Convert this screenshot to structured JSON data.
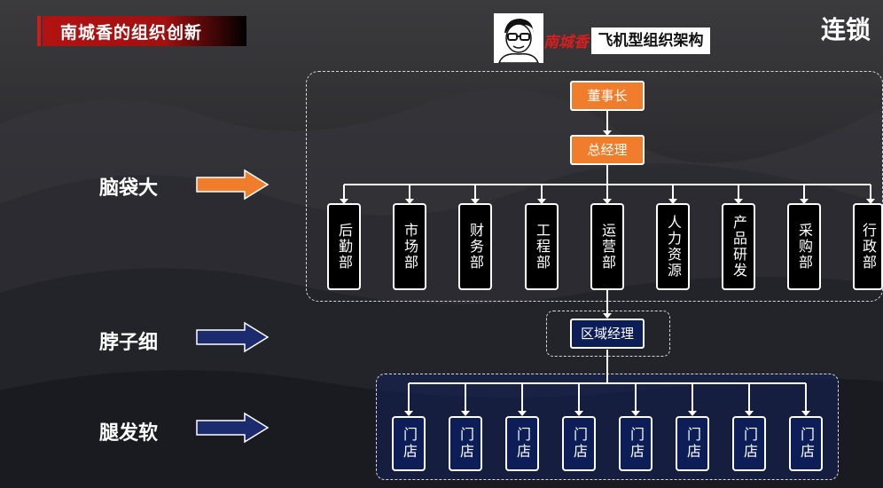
{
  "header": {
    "title": "南城香的组织创新",
    "brand_name": "南城香",
    "brand_subtitle": "飞机型组织架构",
    "corner_text": "连锁"
  },
  "side_labels": [
    {
      "text": "脑袋大",
      "color": "#f07d2c"
    },
    {
      "text": "脖子细",
      "color": "#1c2a6e"
    },
    {
      "text": "腿发软",
      "color": "#1c2a6e"
    }
  ],
  "org": {
    "chairman": "董事长",
    "gm": "总经理",
    "departments": [
      "后勤部",
      "市场部",
      "财务部",
      "工程部",
      "运营部",
      "人力资源",
      "产品研发",
      "采购部",
      "行政部"
    ],
    "regional_manager": "区域经理",
    "stores": [
      "门店",
      "门店",
      "门店",
      "门店",
      "门店",
      "门店",
      "门店",
      "门店"
    ]
  },
  "colors": {
    "accent_orange": "#f07d2c",
    "accent_red": "#c41414",
    "navy": "#0d1d57"
  }
}
